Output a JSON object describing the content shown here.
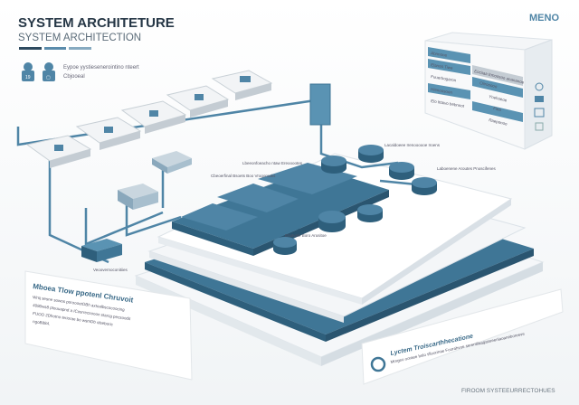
{
  "header": {
    "title": "SYSTEM ARCHITETURE",
    "subtitle": "SYSTEM ARCHITECTION",
    "legend_line1": "Eypoe yystiesenerointino nteert",
    "legend_line2": "Cbjooeal",
    "legend_badges": [
      "19",
      "▢"
    ]
  },
  "menu": {
    "title": "MENO",
    "left_items": [
      "Abnnone",
      "Elanoo Tiwe",
      "Fuuerbogaron",
      "Hienoosoon",
      "Elo Ittaivo bebnnot"
    ],
    "right_items": [
      "Eociiaa Emoosoo anananoe",
      "Oiirooooo",
      "Ynehoeoe",
      "Fiea",
      "Raeponoo"
    ],
    "side_icons": [
      "clock-icon",
      "folder-icon",
      "calendar-icon",
      "grid-icon"
    ]
  },
  "diagram": {
    "labels": [
      "Cbeoerfinal Bsoets Boo Vrogoroaks",
      "Lbeeonfoeacho ntaw Ereooootes",
      "Lacaldoeee Irenoooooe Iroens",
      "Laboenene Aroutes Pnoscifenes",
      "Enotvale Boro Arusitoe",
      "Veoovernoconitiies"
    ],
    "colors": {
      "primary": "#3f7696",
      "dark": "#2e5f7c",
      "light": "#e9eef2",
      "accent": "#5a93b3"
    }
  },
  "callout_left": {
    "title": "Mboea Tlow ppotenl Chruvoit",
    "lines": [
      "Wrsj sesne sowos poroooetOBh axtoalbscocoocing",
      "4080ws8 ptouuapnd a ICosrrecnooon starcg pecsoodit",
      "FUOO 2Dhotno teriorae bo wsmDb olseboric",
      "ngoB884."
    ]
  },
  "callout_right": {
    "title": "Lyctem Troiscarthhecatione",
    "line": "Mmgeo ooraee balo sfioorinae Foorahvoe serentilaagaseeeniaoaneboreeve"
  },
  "footer": {
    "text": "FIROOM SYSTEEURRECTOHUES"
  }
}
